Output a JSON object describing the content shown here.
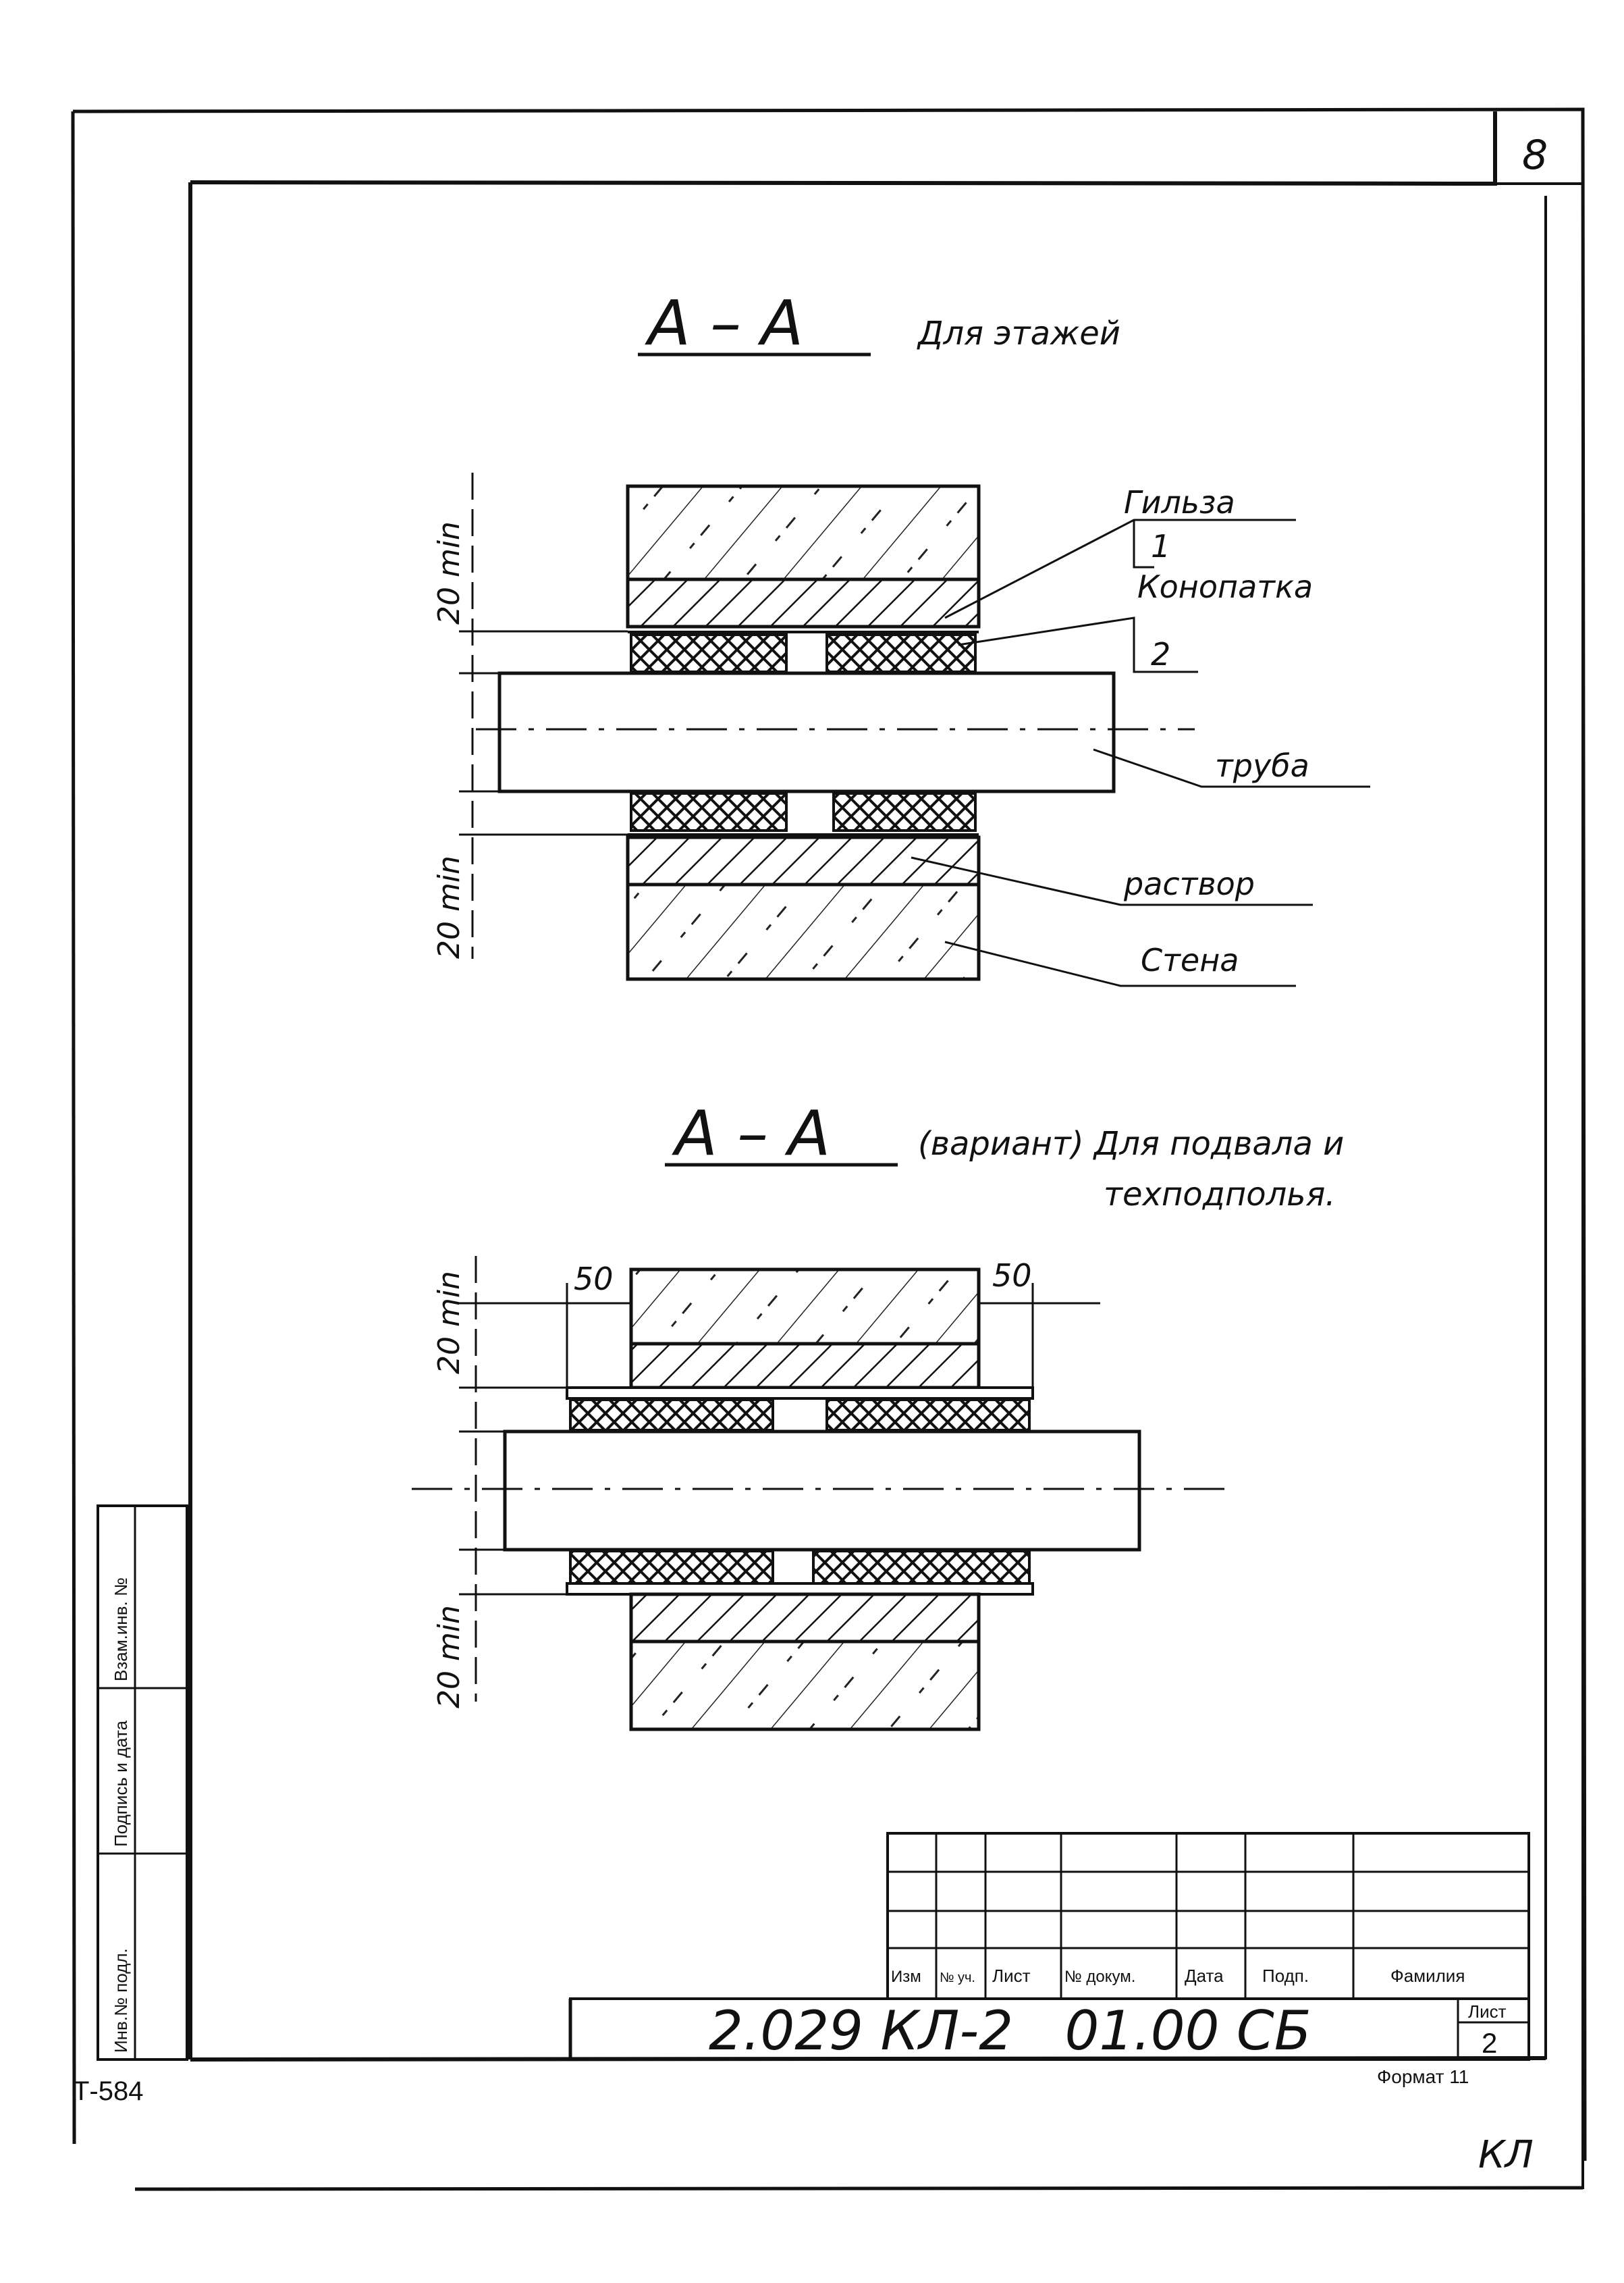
{
  "sheet": {
    "corner_number": "8",
    "bottom_left_code": "Т-584",
    "format_label": "Формат 11",
    "initials": "КЛ"
  },
  "side_stamp": {
    "inv_no_podl": "Инв.№ подл.",
    "podpis_data": "Подпись и дата",
    "vzam_inv": "Взам.инв. №"
  },
  "section1": {
    "title": "А – А",
    "subtitle": "Для этажей",
    "dim_top": "20 min",
    "dim_bottom": "20 min",
    "callouts": {
      "gilza": "Гильза",
      "gilza_pos": "1",
      "konopatka": "Конопатка",
      "konopatka_pos": "2",
      "truba": "труба",
      "rastvor": "раствор",
      "stena": "Стена"
    }
  },
  "section2": {
    "title": "А – А",
    "subtitle_1": "(вариант) Для подвала и",
    "subtitle_2": "техподполья.",
    "dim_top": "20 min",
    "dim_bottom": "20 min",
    "dim_left": "50",
    "dim_right": "50"
  },
  "title_block": {
    "headers": [
      "Изм",
      "№ уч.",
      "Лист",
      "№ докум.",
      "Дата",
      "Подп.",
      "Фамилия"
    ],
    "designation": "2.029 КЛ-2   01.00 СБ",
    "sheet_label": "Лист",
    "sheet_number": "2"
  }
}
